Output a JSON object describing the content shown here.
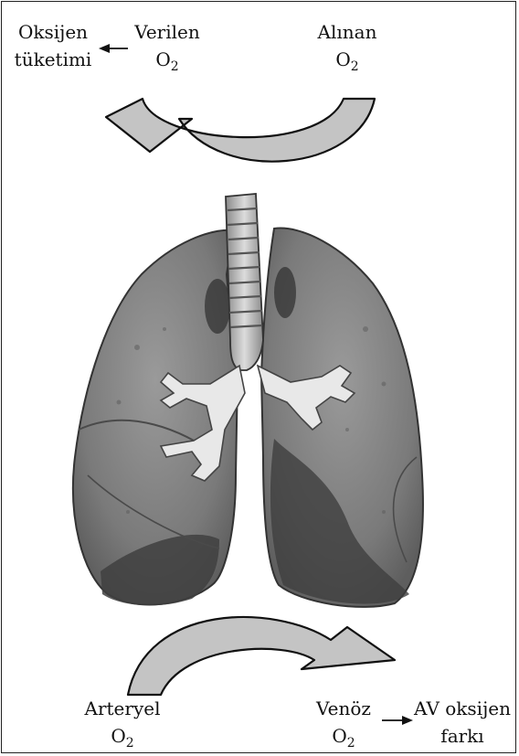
{
  "top": {
    "oksijen_tuketimi": [
      "Oksijen",
      "tüketimi"
    ],
    "verilen": {
      "word": "Verilen",
      "o": "O",
      "sub": "2"
    },
    "alinan": {
      "word": "Alınan",
      "o": "O",
      "sub": "2"
    }
  },
  "bottom": {
    "arteryel": {
      "word": "Arteryel",
      "o": "O",
      "sub": "2"
    },
    "venoz": {
      "word": "Venöz",
      "o": "O",
      "sub": "2"
    },
    "av_farki": [
      "AV oksijen",
      "farkı"
    ]
  },
  "colors": {
    "arrow_fill": "#c4c4c4",
    "lung_fill": "#7b7b7b",
    "lung_dark": "#3f3f3f",
    "outline": "#111111"
  }
}
